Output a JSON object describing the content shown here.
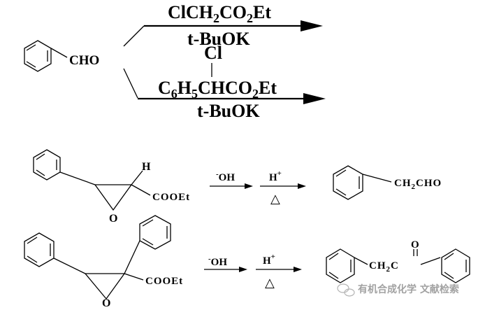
{
  "reaction_1": {
    "reactant_label": "CHO",
    "reagent_line1": {
      "base": "ClCH",
      "sub1": "2",
      "mid": "CO",
      "sub2": "2",
      "tail": "Et"
    },
    "reagent_line2": "t-BuOK"
  },
  "reaction_2": {
    "cl_label": "Cl",
    "reagent_line1": {
      "a": "C",
      "sub1": "6",
      "b": "H",
      "sub2": "5",
      "c": "CHCO",
      "sub3": "2",
      "d": "Et"
    },
    "reagent_line2": "t-BuOK"
  },
  "glycidic_1": {
    "h_label": "H",
    "ester_label": "COOEt",
    "o_label": "O",
    "step1": {
      "sup": "-",
      "text": "OH"
    },
    "step2": {
      "text": "H",
      "sup": "+"
    },
    "heat_symbol": "△",
    "product": {
      "a": "CH",
      "sub": "2",
      "b": "CHO"
    }
  },
  "glycidic_2": {
    "ester_label": "COOEt",
    "o_label": "O",
    "step1": {
      "sup": "-",
      "text": "OH"
    },
    "step2": {
      "text": "H",
      "sup": "+"
    },
    "heat_symbol": "△",
    "product": {
      "a": "CH",
      "sub": "2",
      "b": "C",
      "carbonyl_o": "O"
    }
  },
  "watermark": {
    "text": "有机合成化学 文献检索"
  }
}
